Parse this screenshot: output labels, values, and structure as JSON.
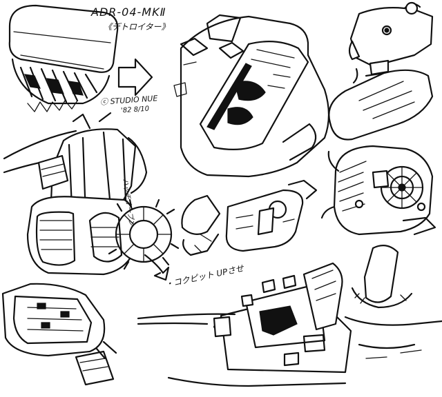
{
  "sheet": {
    "title_code": "ADR-04-MKⅡ",
    "title_sub": "《デトロイター》",
    "studio_credit": "ⓒ STUDIO NUE",
    "studio_date": "'82 8/10",
    "vertical_note": "ハッチオープン",
    "callout_note": "・コクピット UPさせ"
  }
}
